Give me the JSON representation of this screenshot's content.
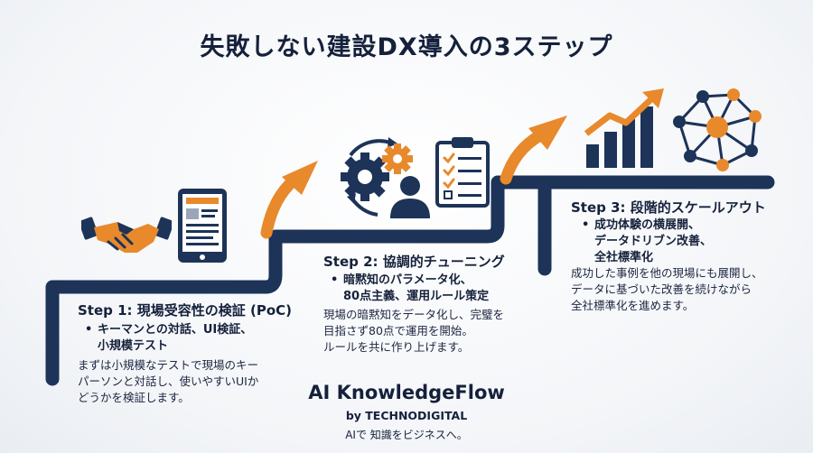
{
  "title": "失敗しない建設DX導入の3ステップ",
  "steps": [
    {
      "heading": "Step 1: 現場受容性の検証 (PoC)",
      "bullet_lines": [
        "キーマンとの対話、UI検証、",
        "小規模テスト"
      ],
      "desc_lines": [
        "まずは小規模なテストで現場のキー",
        "パーソンと対話し、使いやすいUIか",
        "どうかを検証します。"
      ]
    },
    {
      "heading": "Step 2: 協調的チューニング",
      "bullet_lines": [
        "暗黙知のパラメータ化、",
        "80点主義、運用ルール策定"
      ],
      "desc_lines": [
        "現場の暗黙知をデータ化し、完璧を",
        "目指さず80点で運用を開始。",
        "ルールを共に作り上げます。"
      ]
    },
    {
      "heading": "Step 3: 段階的スケールアウト",
      "bullet_lines": [
        "成功体験の横展開、",
        "データドリブン改善、",
        "全社標準化"
      ],
      "desc_lines": [
        "成功した事例を他の現場にも展開し、",
        "データに基づいた改善を続けながら",
        "全社標準化を進めます。"
      ]
    }
  ],
  "brand": {
    "name": "AI KnowledgeFlow",
    "by": "by TECHNODIGITAL",
    "tagline": "AIで 知識をビジネスへ。"
  },
  "colors": {
    "navy": "#1d3358",
    "orange": "#e8892c",
    "text": "#15213b"
  },
  "icons": [
    "handshake-icon",
    "tablet-icon",
    "gears-person-icon",
    "checklist-icon",
    "bar-chart-icon",
    "network-icon"
  ]
}
